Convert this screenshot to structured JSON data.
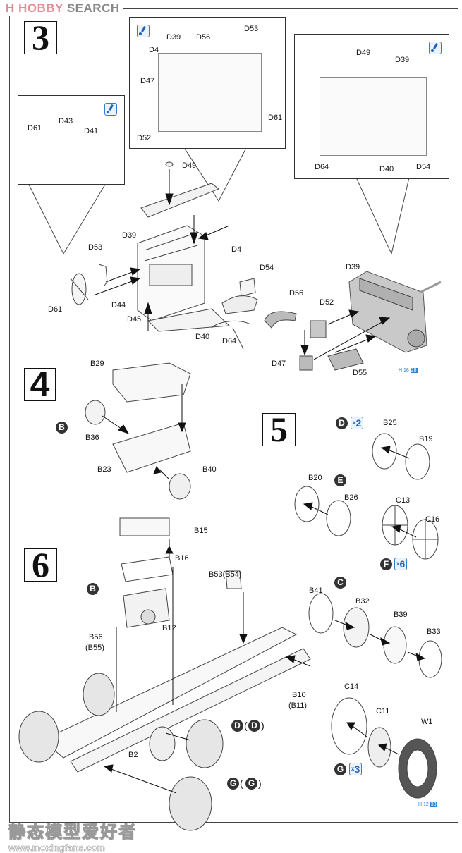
{
  "watermark_top": {
    "logo_glyph": "H",
    "hobby": "HOBBY",
    "search": "SEARCH"
  },
  "watermark_bottom": {
    "chinese": "静态模型爱好者",
    "url": "www.moxingfans.com"
  },
  "steps": [
    {
      "number": "3",
      "icon": "paint-brush-icon"
    },
    {
      "number": "4"
    },
    {
      "number": "5"
    },
    {
      "number": "6"
    }
  ],
  "step3": {
    "inset_fan": {
      "labels": [
        "D61",
        "D43",
        "D41"
      ]
    },
    "inset_engine_left": {
      "labels": [
        "D39",
        "D56",
        "D53",
        "D4",
        "D47",
        "D61",
        "D52"
      ]
    },
    "inset_engine_right": {
      "labels": [
        "D49",
        "D39",
        "D64",
        "D40",
        "D54"
      ]
    },
    "exploded": {
      "labels": [
        "D49",
        "D39",
        "D4",
        "D53",
        "D54",
        "D61",
        "D44",
        "D45",
        "D40",
        "D64"
      ]
    },
    "assembled": {
      "labels": [
        "D39",
        "D56",
        "D52",
        "D47",
        "D55"
      ]
    },
    "page_ref": {
      "prefix": "H",
      "page": "18",
      "step": "28"
    }
  },
  "step4": {
    "labels": [
      "B29",
      "B36",
      "B23",
      "B40"
    ],
    "subassembly": "B"
  },
  "step5": {
    "groups": [
      {
        "id": "D",
        "multiplier": "2",
        "labels": [
          "B25",
          "B19"
        ]
      },
      {
        "id": "E",
        "labels": [
          "B20",
          "B26"
        ]
      },
      {
        "id": "F",
        "multiplier": "6",
        "labels": [
          "C13",
          "C16"
        ]
      }
    ]
  },
  "step6": {
    "labels": [
      "B15",
      "B16",
      "B53(B54)",
      "B12",
      "B56",
      "(B55)",
      "B10",
      "(B11)",
      "B2"
    ],
    "subassembly_refs": {
      "engine": "B",
      "front_wheel": "D",
      "front_wheel_alt": "D",
      "rear_wheel": "G",
      "rear_wheel_alt": "G"
    },
    "sub_c": {
      "id": "C",
      "labels": [
        "B41",
        "B32",
        "B39",
        "B33"
      ]
    },
    "sub_g": {
      "id": "G",
      "multiplier": "3",
      "labels": [
        "C14",
        "C11",
        "W1"
      ]
    },
    "page_ref": {
      "prefix": "H",
      "page": "12",
      "step": "33"
    }
  }
}
